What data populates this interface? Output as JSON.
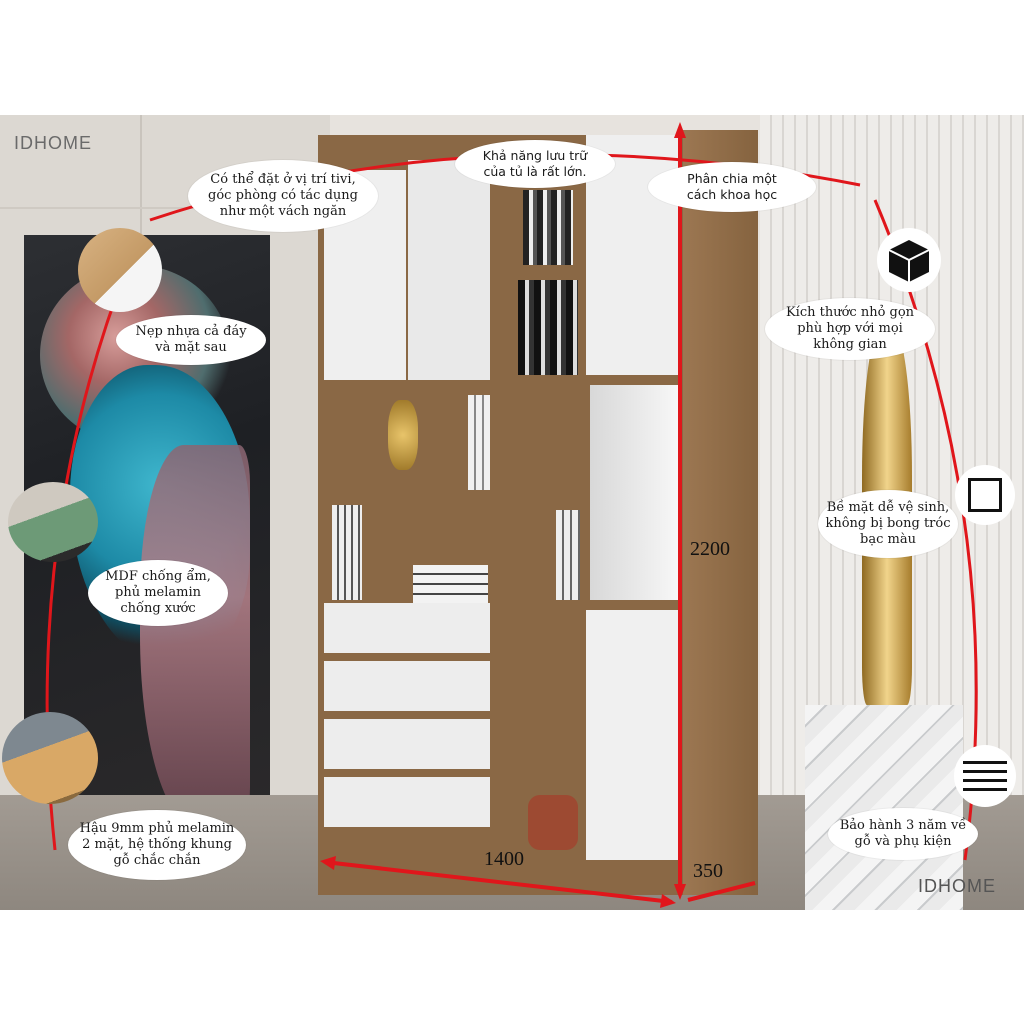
{
  "brand": "IDHOME",
  "callouts": {
    "tv_corner": "Có thể đặt ở vị trí tivi, góc phòng có tác dụng như một vách ngăn",
    "storage": "Khả năng lưu trữ của tủ là rất lớn.",
    "division": "Phân chia một cách khoa học",
    "edge_banding": "Nẹp nhựa cả đáy và mặt sau",
    "compact": "Kích thước nhỏ gọn phù hợp với mọi không gian",
    "mdf": "MDF chống ẩm, phủ melamin chống xước",
    "surface": "Bề mặt dễ vệ sinh, không bị bong tróc bạc màu",
    "back_panel": "Hậu 9mm phủ melamin 2 mặt, hệ thống khung gỗ chắc chắn",
    "warranty": "Bảo hành 3 năm về gỗ và phụ kiện"
  },
  "dimensions": {
    "height": "2200",
    "width": "1400",
    "depth": "350"
  },
  "icons": [
    "cube-icon",
    "square-outline-icon",
    "lines-icon"
  ],
  "colors": {
    "wood": "#8a6845",
    "panel": "#efefef",
    "dim_line": "#e0161b"
  }
}
